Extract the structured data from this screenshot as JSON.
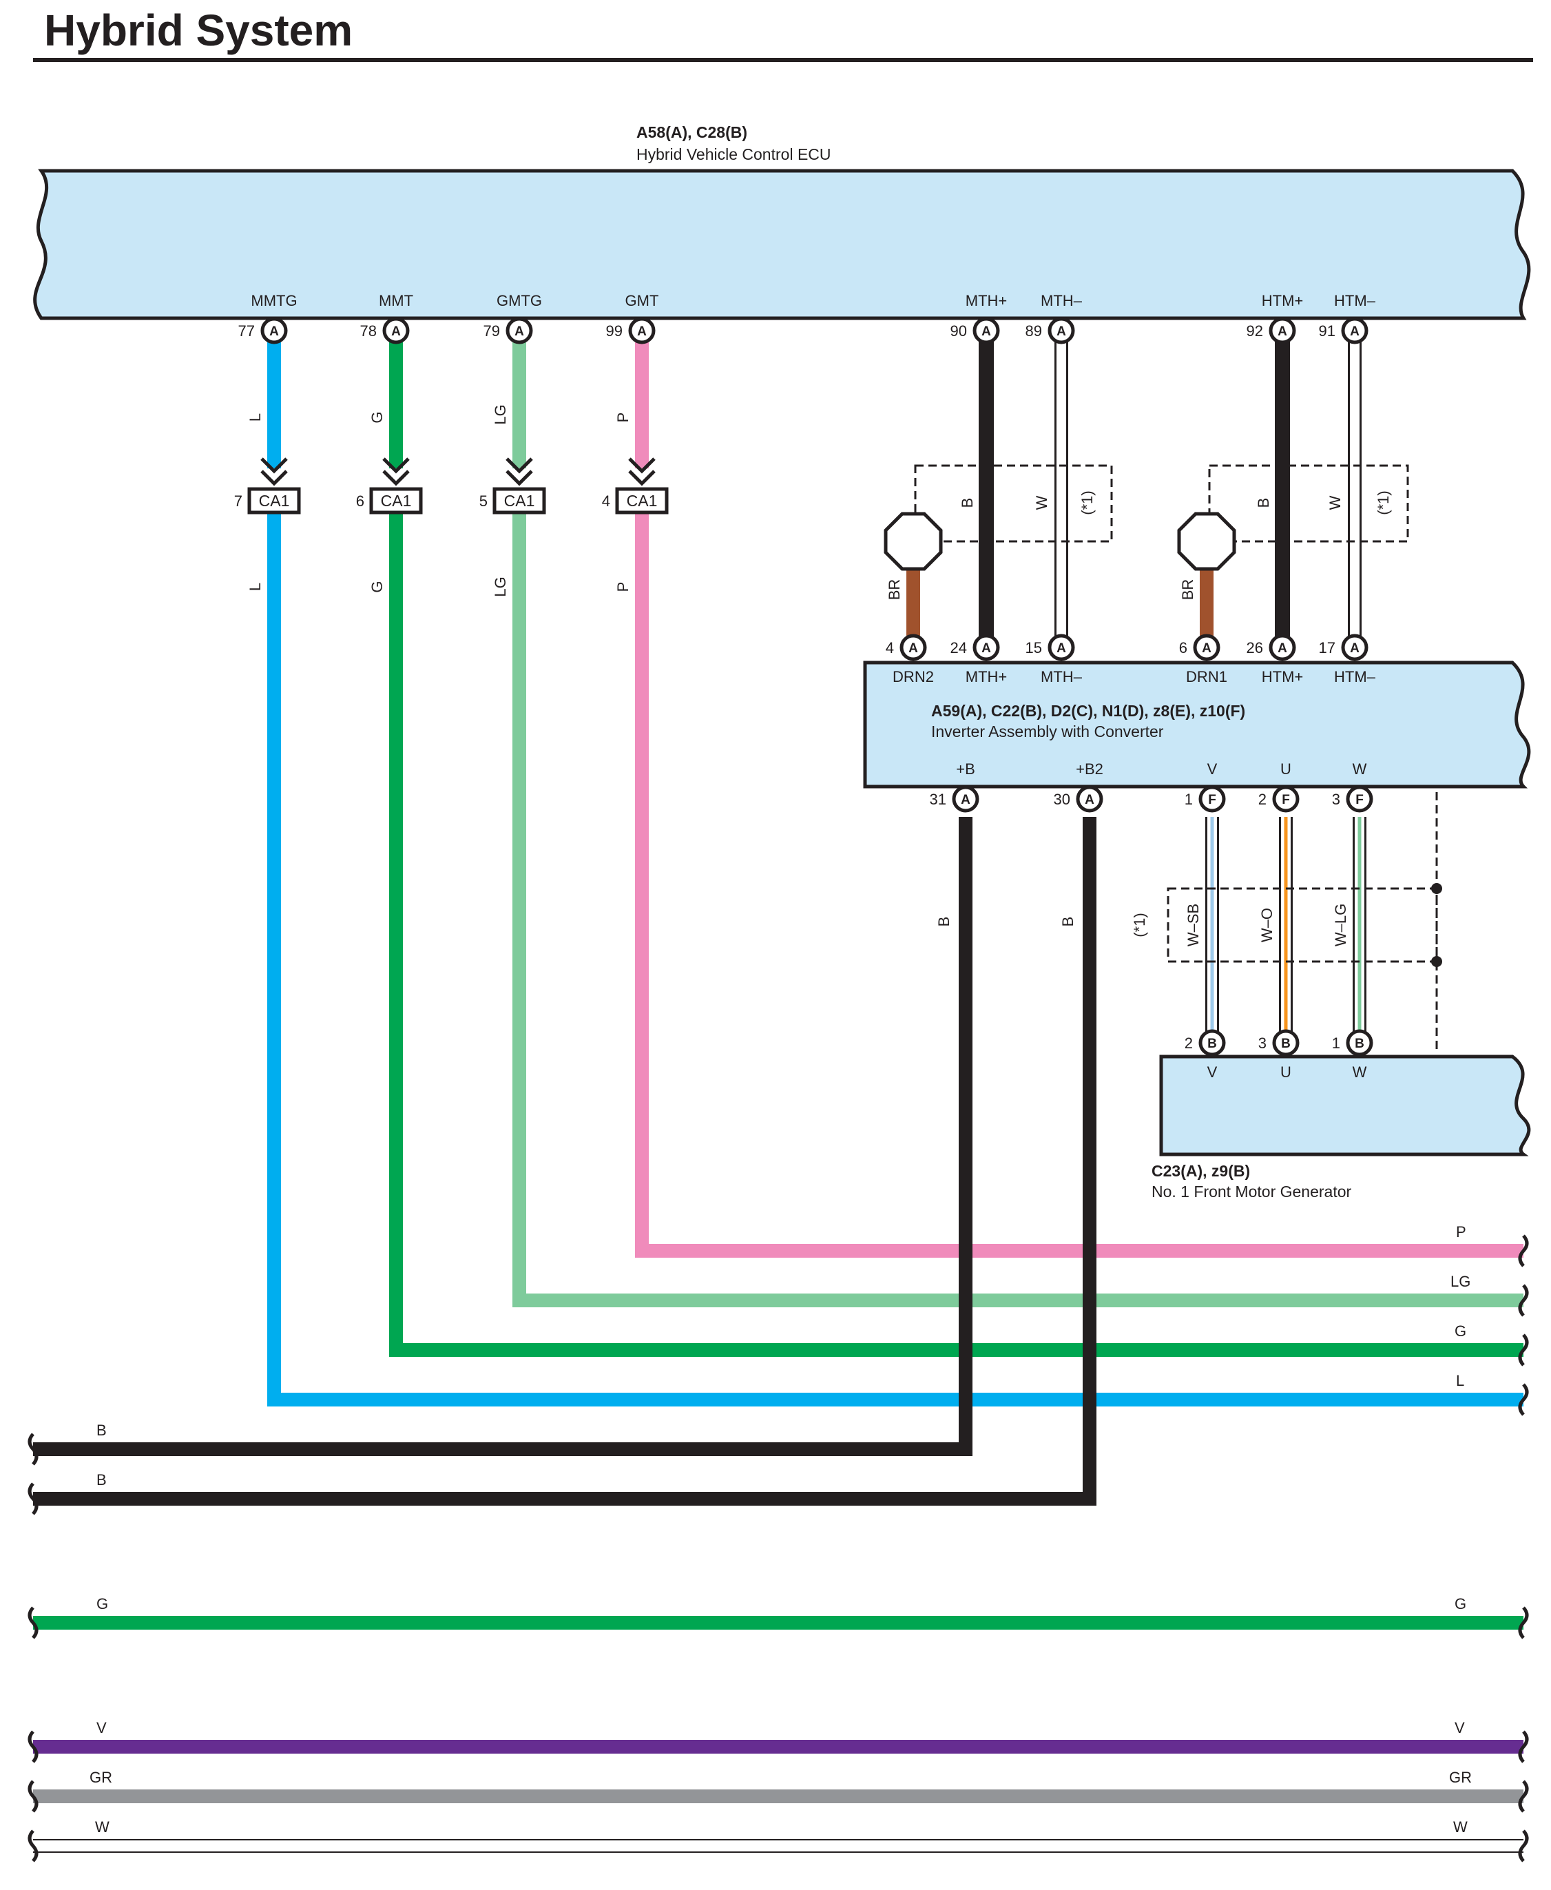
{
  "title": "Hybrid System",
  "colors": {
    "L": "#00aeef",
    "G": "#00a651",
    "LG": "#7ecb9b",
    "P": "#f08bbb",
    "B": "#231f20",
    "W": "#ffffff",
    "BR": "#a0522d",
    "V": "#662d91",
    "GR": "#939598",
    "SB": "#9ec9ea",
    "O": "#f7941d",
    "box": "#c9e7f7"
  },
  "ecu": {
    "id": "A58(A), C28(B)",
    "name": "Hybrid Vehicle Control ECU",
    "pins": [
      {
        "label": "MMTG",
        "num": "77",
        "conn": "A"
      },
      {
        "label": "MMT",
        "num": "78",
        "conn": "A"
      },
      {
        "label": "GMTG",
        "num": "79",
        "conn": "A"
      },
      {
        "label": "GMT",
        "num": "99",
        "conn": "A"
      },
      {
        "label": "MTH+",
        "num": "90",
        "conn": "A"
      },
      {
        "label": "MTH–",
        "num": "89",
        "conn": "A"
      },
      {
        "label": "HTM+",
        "num": "92",
        "conn": "A"
      },
      {
        "label": "HTM–",
        "num": "91",
        "conn": "A"
      }
    ]
  },
  "junctions": [
    {
      "num": "7",
      "name": "CA1",
      "wire": "L"
    },
    {
      "num": "6",
      "name": "CA1",
      "wire": "G"
    },
    {
      "num": "5",
      "name": "CA1",
      "wire": "LG"
    },
    {
      "num": "4",
      "name": "CA1",
      "wire": "P"
    }
  ],
  "shield_labels": {
    "br": "BR",
    "b": "B",
    "w": "W",
    "note": "(*1)"
  },
  "inverter": {
    "id": "A59(A), C22(B), D2(C), N1(D), z8(E), z10(F)",
    "name": "Inverter Assembly with Converter",
    "top_pins": [
      {
        "label": "DRN2",
        "num": "4",
        "conn": "A"
      },
      {
        "label": "MTH+",
        "num": "24",
        "conn": "A"
      },
      {
        "label": "MTH–",
        "num": "15",
        "conn": "A"
      },
      {
        "label": "DRN1",
        "num": "6",
        "conn": "A"
      },
      {
        "label": "HTM+",
        "num": "26",
        "conn": "A"
      },
      {
        "label": "HTM–",
        "num": "17",
        "conn": "A"
      }
    ],
    "bottom_pins": [
      {
        "label": "+B",
        "num": "31",
        "conn": "A"
      },
      {
        "label": "+B2",
        "num": "30",
        "conn": "A"
      },
      {
        "label": "V",
        "num": "1",
        "conn": "F"
      },
      {
        "label": "U",
        "num": "2",
        "conn": "F"
      },
      {
        "label": "W",
        "num": "3",
        "conn": "F"
      }
    ]
  },
  "motor": {
    "id": "C23(A), z9(B)",
    "name": "No.  1 Front Motor Generator",
    "pins": [
      {
        "label": "V",
        "num": "2",
        "conn": "B"
      },
      {
        "label": "U",
        "num": "3",
        "conn": "B"
      },
      {
        "label": "W",
        "num": "1",
        "conn": "B"
      }
    ]
  },
  "phase_wires": {
    "v": "W–SB",
    "u": "W–O",
    "w": "W–LG",
    "note": "(*1)"
  },
  "vertical_wire_labels": {
    "l": "L",
    "g": "G",
    "lg": "LG",
    "p": "P",
    "b1": "B",
    "b2": "B"
  },
  "bus_labels": {
    "p": "P",
    "lg": "LG",
    "g": "G",
    "l": "L",
    "b1": "B",
    "b2": "B",
    "g2_left": "G",
    "g2_right": "G",
    "v_left": "V",
    "v_right": "V",
    "gr_left": "GR",
    "gr_right": "GR",
    "w_left": "W",
    "w_right": "W"
  }
}
